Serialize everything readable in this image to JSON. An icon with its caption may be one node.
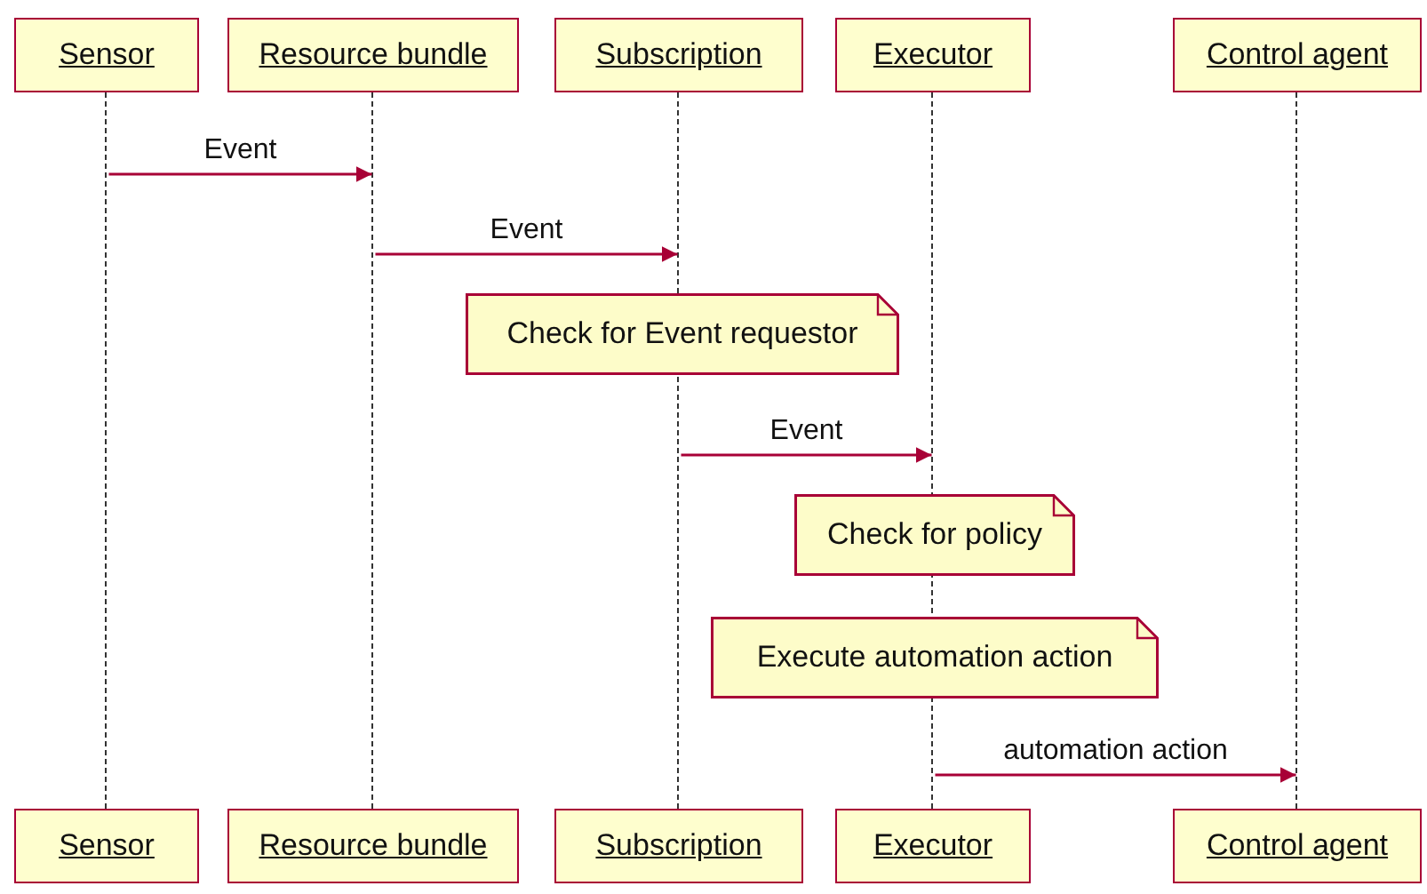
{
  "diagram": {
    "nodes": [
      {
        "text": [
          "Sensor"
        ]
      },
      {
        "text": [
          "Resource bundle"
        ]
      },
      {
        "text": [
          "Subscription"
        ]
      },
      {
        "text": [
          "Executor"
        ]
      },
      {
        "text": [
          "Control agent"
        ]
      },
      {
        "text": [],
        "shape": "line"
      },
      {
        "text": [],
        "shape": "line"
      },
      {
        "text": [],
        "shape": "line"
      },
      {
        "text": [],
        "shape": "line"
      },
      {
        "text": [],
        "shape": "line"
      },
      {
        "text": [
          "Check for Event requestor"
        ]
      },
      {
        "text": [
          "Check for policy"
        ]
      },
      {
        "text": [
          "Execute automation action"
        ]
      },
      {
        "text": [
          "Sensor"
        ]
      },
      {
        "text": [
          "Resource bundle"
        ]
      },
      {
        "text": [
          "Subscription"
        ]
      },
      {
        "text": [
          "Executor"
        ]
      },
      {
        "text": [
          "Control agent"
        ]
      }
    ],
    "edges": [
      {
        "from": 5,
        "to": 6,
        "arrow": "to",
        "label": "Event"
      },
      {
        "from": 6,
        "to": 7,
        "arrow": "to",
        "label": "Event"
      },
      {
        "from": 7,
        "to": 8,
        "arrow": "to",
        "label": "Event"
      },
      {
        "from": 8,
        "to": 9,
        "arrow": "to",
        "label": "automation action"
      }
    ]
  }
}
